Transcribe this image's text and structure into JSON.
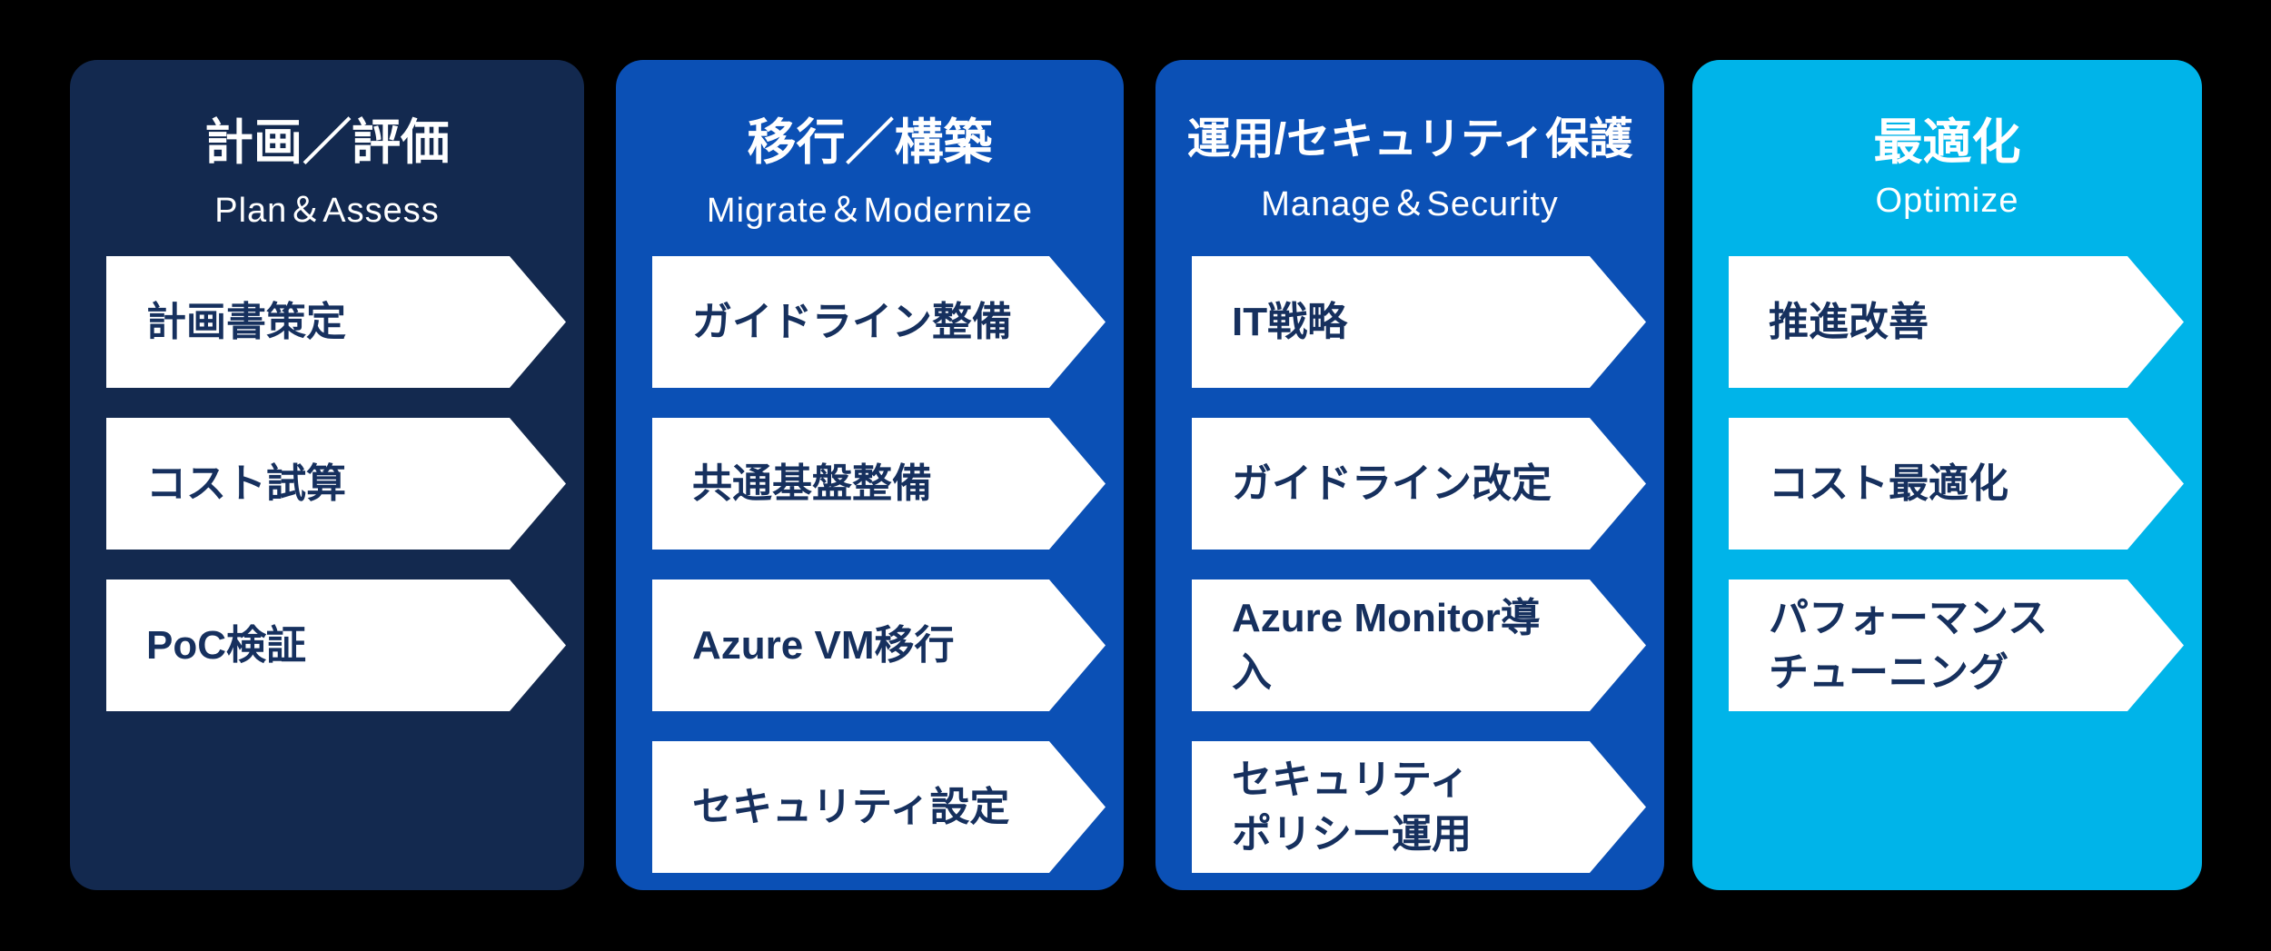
{
  "page": {
    "background": "#000000",
    "description": "Azure cloud journey 4-phase roadmap diagram"
  },
  "colors": {
    "navy_card": "#13294f",
    "blue_card": "#0b50b5",
    "cyan_card": "#00b4e9",
    "arrow_fill": "#ffffff",
    "arrow_text": "#16305e",
    "header_text": "#ffffff"
  },
  "columns": [
    {
      "title": "計画／評価",
      "subtitle": "Plan＆Assess",
      "bg": "#13294f",
      "items": [
        "計画書策定",
        "コスト試算",
        "PoC検証"
      ]
    },
    {
      "title": "移行／構築",
      "subtitle": "Migrate＆Modernize",
      "bg": "#0b50b5",
      "items": [
        "ガイドライン整備",
        "共通基盤整備",
        "Azure VM移行",
        "セキュリティ設定"
      ]
    },
    {
      "title": "運用/セキュリティ保護",
      "subtitle": "Manage＆Security",
      "bg": "#0b50b5",
      "items": [
        "IT戦略",
        "ガイドライン改定",
        "Azure Monitor導入",
        "セキュリティ\nポリシー運用"
      ]
    },
    {
      "title": "最適化",
      "subtitle": "Optimize",
      "bg": "#00b4e9",
      "items": [
        "推進改善",
        "コスト最適化",
        "パフォーマンス\nチューニング"
      ]
    }
  ]
}
